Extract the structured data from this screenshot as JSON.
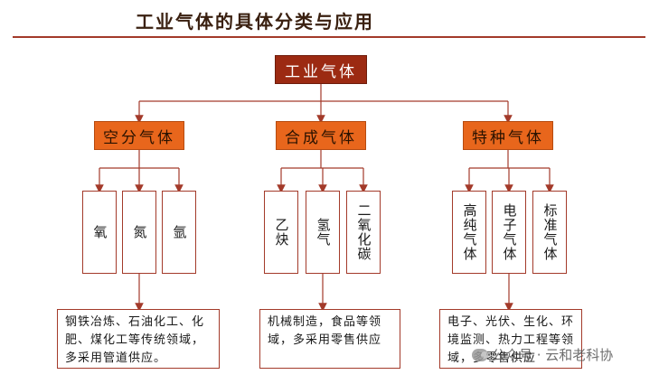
{
  "title": "工业气体的具体分类与应用",
  "root": {
    "label": "工业气体"
  },
  "categories": [
    {
      "label": "空分气体",
      "gases": [
        "氧",
        "氮",
        "氩"
      ],
      "application": "钢铁冶炼、石油化工、化肥、煤化工等传统领域，多采用管道供应。"
    },
    {
      "label": "合成气体",
      "gases": [
        "乙炔",
        "氢气",
        "二氧化碳"
      ],
      "application": "机械制造，食品等领域，多采用零售供应"
    },
    {
      "label": "特种气体",
      "gases": [
        "高纯气体",
        "电子气体",
        "标准气体"
      ],
      "application": "电子、光伏、生化、环境监测、热力工程等领域，多零售供应"
    }
  ],
  "watermark": {
    "icon": "wechat-icon",
    "text": "公众号 · 云和老科协"
  },
  "colors": {
    "root_fill": "#9c2a12",
    "category_fill": "#e8661c",
    "line": "#a33a2a"
  }
}
